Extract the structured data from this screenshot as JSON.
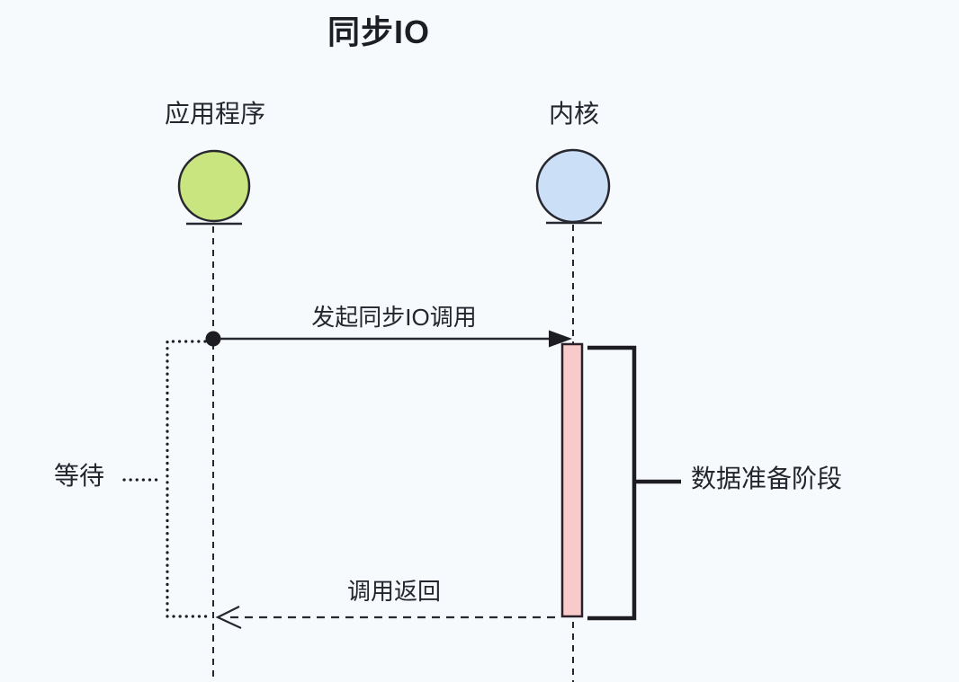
{
  "diagram": {
    "title": "同步IO",
    "actors": [
      {
        "name": "应用程序",
        "role": "application"
      },
      {
        "name": "内核",
        "role": "kernel"
      }
    ],
    "messages": [
      {
        "label": "发起同步IO调用",
        "type": "sync-call",
        "from": "应用程序",
        "to": "内核"
      },
      {
        "label": "调用返回",
        "type": "dashed-return",
        "from": "内核",
        "to": "应用程序"
      }
    ],
    "annotations": [
      {
        "label": "等待",
        "side": "left",
        "style": "dotted-bracket"
      },
      {
        "label": "数据准备阶段",
        "side": "right",
        "style": "solid-bracket"
      }
    ],
    "colors": {
      "background": "#f6fafd",
      "line": "#27272f",
      "application_circle": "#c9e57f",
      "kernel_circle": "#cbdff7",
      "activation_bar": "#f9caca"
    }
  }
}
